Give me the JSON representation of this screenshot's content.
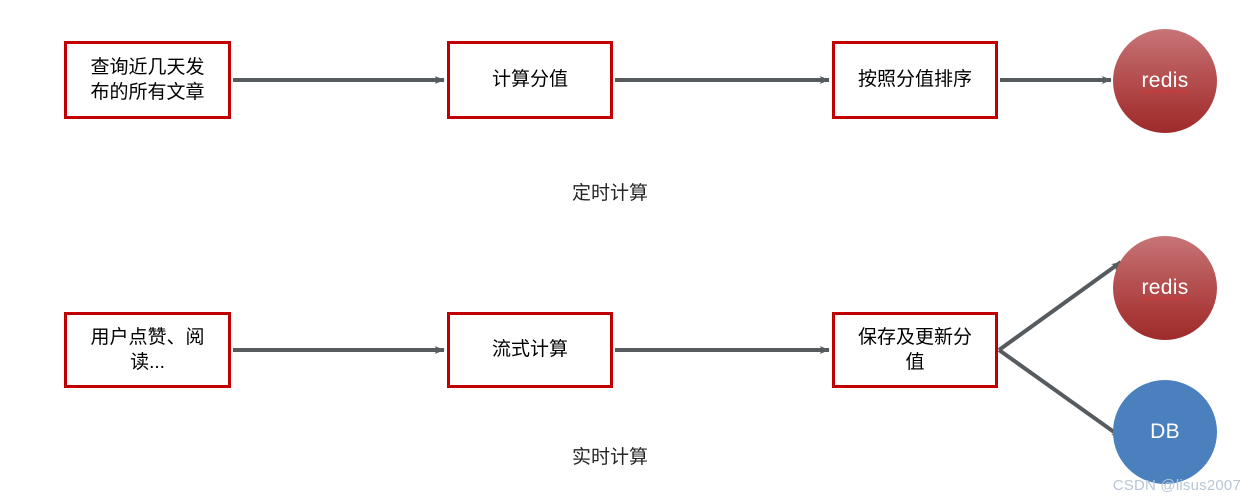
{
  "diagram": {
    "type": "flow",
    "title_visible": false,
    "colors": {
      "box_border": "#c00000",
      "box_fill": "#ffffff",
      "arrow": "#555b5e",
      "redis_fill_top": "#c87578",
      "redis_fill_bottom": "#9e2b2b",
      "db_fill": "#4a80bd",
      "text": "#000000",
      "caption_text": "#262626",
      "watermark_text": "#b9c6d6"
    },
    "flows": [
      {
        "id": "scheduled",
        "caption": "定时计算",
        "nodes": [
          {
            "id": "t1",
            "shape": "rect",
            "label": "查询近几天发\n布的所有文章"
          },
          {
            "id": "t2",
            "shape": "rect",
            "label": "计算分值"
          },
          {
            "id": "t3",
            "shape": "rect",
            "label": "按照分值排序"
          },
          {
            "id": "t4",
            "shape": "circle",
            "label": "redis",
            "fill": "redis",
            "spellcheck_underline": true
          }
        ],
        "edges": [
          {
            "from": "t1",
            "to": "t2",
            "style": "solid-arrow"
          },
          {
            "from": "t2",
            "to": "t3",
            "style": "solid-arrow"
          },
          {
            "from": "t3",
            "to": "t4",
            "style": "solid-arrow"
          }
        ]
      },
      {
        "id": "realtime",
        "caption": "实时计算",
        "nodes": [
          {
            "id": "b1",
            "shape": "rect",
            "label": "用户点赞、阅\n读..."
          },
          {
            "id": "b2",
            "shape": "rect",
            "label": "流式计算"
          },
          {
            "id": "b3",
            "shape": "rect",
            "label": "保存及更新分\n值"
          },
          {
            "id": "b4",
            "shape": "circle",
            "label": "redis",
            "fill": "redis",
            "spellcheck_underline": true
          },
          {
            "id": "b5",
            "shape": "circle",
            "label": "DB",
            "fill": "db",
            "spellcheck_underline": false
          }
        ],
        "edges": [
          {
            "from": "b1",
            "to": "b2",
            "style": "solid-arrow"
          },
          {
            "from": "b2",
            "to": "b3",
            "style": "solid-arrow"
          },
          {
            "from": "b3",
            "to": "b4",
            "style": "solid-arrow-diagonal-up"
          },
          {
            "from": "b3",
            "to": "b5",
            "style": "solid-arrow-diagonal-down"
          }
        ]
      }
    ]
  },
  "watermark": {
    "text": "CSDN @lisus2007"
  }
}
